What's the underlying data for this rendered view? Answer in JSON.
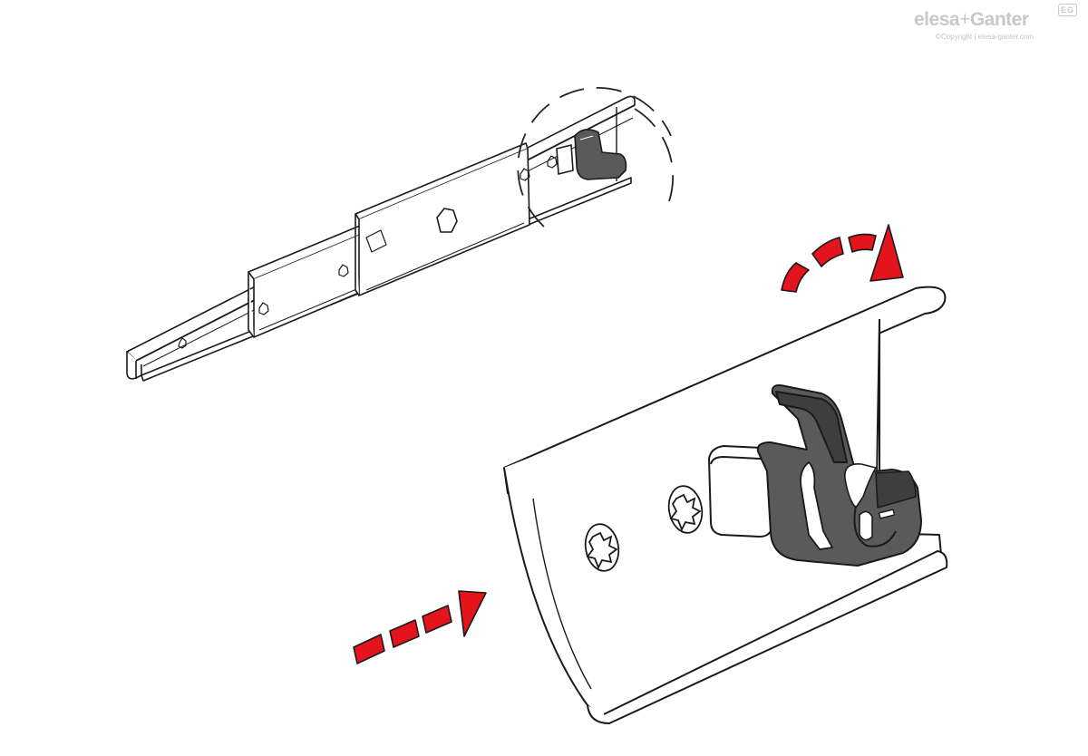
{
  "logo": {
    "brand": "elesa",
    "plus": "+",
    "partner": "Ganter",
    "badge": "EG",
    "copyright": "©Copyright | elesa-ganter.com"
  },
  "colors": {
    "outline": "#1a1a1a",
    "rail_fill": "#ffffff",
    "stopper_fill": "#5a5a5a",
    "stopper_dark": "#3e3e3e",
    "arrow_red": "#e3141b",
    "detail_circle": "#222222"
  },
  "icons": {
    "push_arrow": "dashed-right-arrow",
    "rotate_arrow": "dashed-curved-arrow",
    "detail_marker": "dashed-circle"
  }
}
